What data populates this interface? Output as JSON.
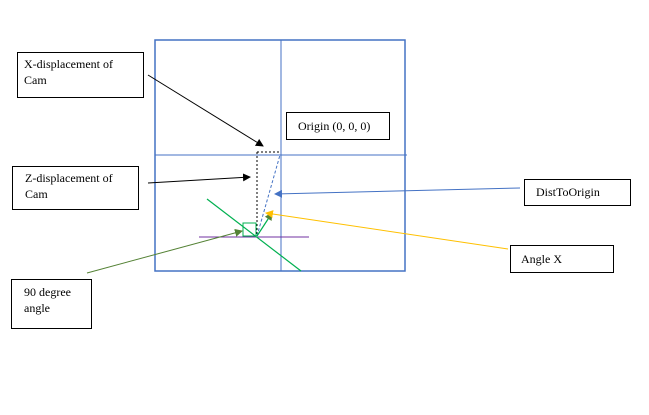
{
  "labels": {
    "x_displacement": "X-displacement of\nCam",
    "origin": "Origin (0, 0, 0)",
    "z_displacement": "Z-displacement of\nCam",
    "dist_to_origin": "DistToOrigin",
    "angle_x": "Angle X",
    "ninety_degree": "90 degree\nangle"
  },
  "colors": {
    "frame": "#4472c4",
    "axis": "#4472c4",
    "arrow_black": "#000000",
    "dist_arrow": "#4472c4",
    "angle_arrow": "#ffc000",
    "ninety_arrow": "#548235",
    "green_line": "#00b050",
    "purple_line": "#7030a0"
  }
}
